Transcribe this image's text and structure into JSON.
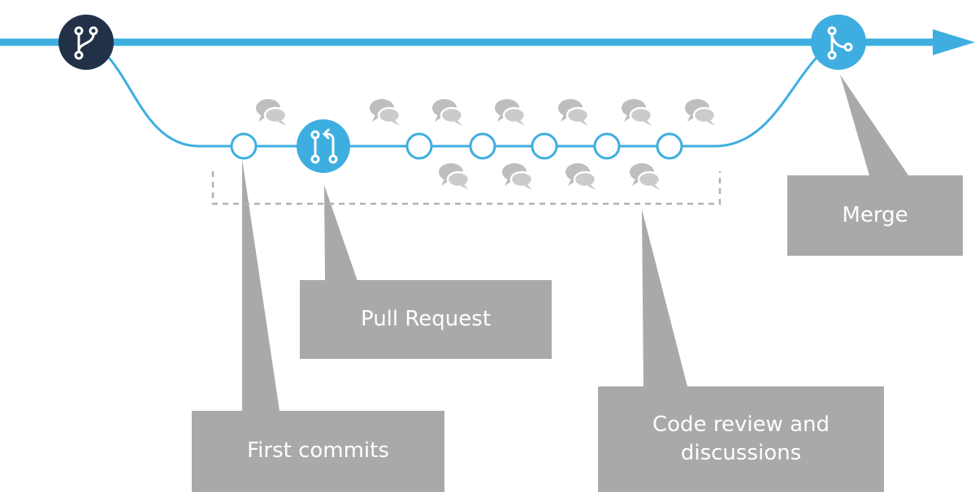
{
  "callouts": {
    "merge": "Merge",
    "pull_request": "Pull Request",
    "first_commits": "First commits",
    "code_review": "Code review and discussions"
  },
  "icons": {
    "branch": "branch-icon",
    "pull_request": "pull-request-icon",
    "merge": "merge-icon",
    "comment": "comment-bubbles-icon"
  },
  "colors": {
    "main_line": "#3eaee0",
    "feature_line": "#3eaee0",
    "branch_node": "#223147",
    "accent_node": "#3eaee0",
    "callout": "#a8a9ab",
    "comment_icon": "#bdbec0"
  }
}
